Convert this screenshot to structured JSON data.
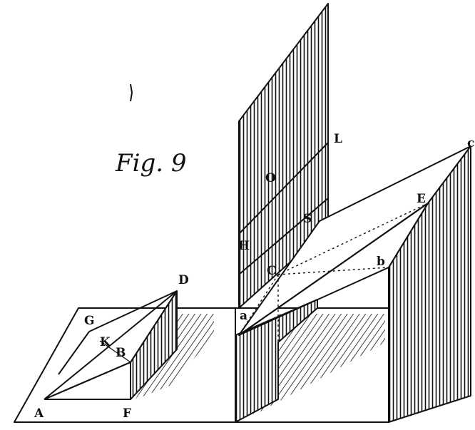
{
  "figure": {
    "title": "Fig. 9",
    "labels": {
      "A": "A",
      "B": "B",
      "D": "D",
      "F": "F",
      "G": "G",
      "K": "K",
      "L": "L",
      "O": "O",
      "C": "C",
      "H": "H",
      "S": "S",
      "E": "E",
      "b": "b",
      "a": "a",
      "c": "c"
    }
  }
}
